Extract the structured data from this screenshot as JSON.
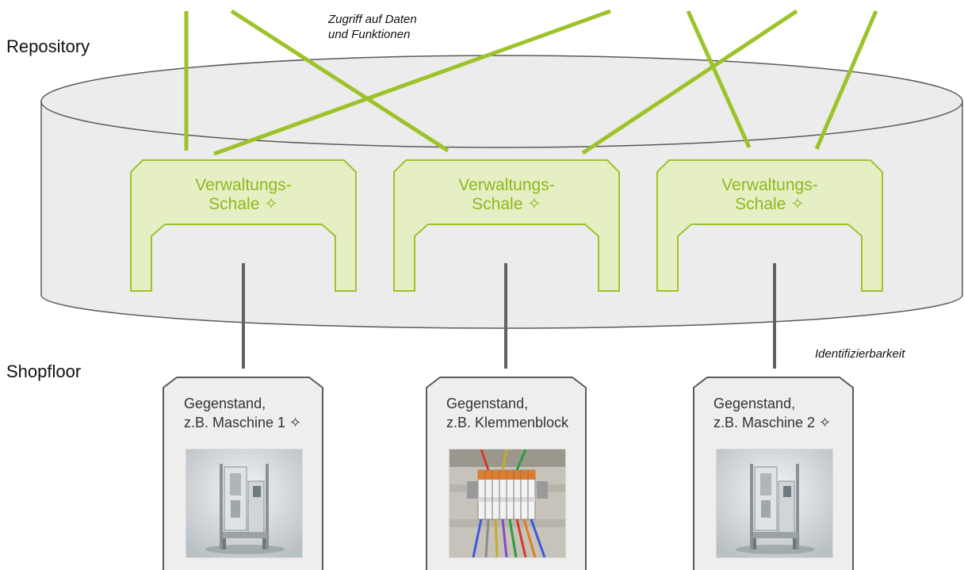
{
  "layers": {
    "repository": "Repository",
    "shopfloor": "Shopfloor"
  },
  "annotations": {
    "access": [
      "Zugriff auf Daten",
      "und Funktionen"
    ],
    "identifiability": "Identifizierbarkeit"
  },
  "shells": [
    {
      "line1": "Verwaltungs-",
      "line2": "Schale ✧"
    },
    {
      "line1": "Verwaltungs-",
      "line2": "Schale ✧"
    },
    {
      "line1": "Verwaltungs-",
      "line2": "Schale ✧"
    }
  ],
  "assets": [
    {
      "line1": "Gegenstand,",
      "line2": "z.B. Maschine 1 ✧",
      "image": "packaging-machine"
    },
    {
      "line1": "Gegenstand,",
      "line2": "z.B. Klemmenblock",
      "image": "terminal-block"
    },
    {
      "line1": "Gegenstand,",
      "line2": "z.B. Maschine 2 ✧",
      "image": "packaging-machine"
    }
  ],
  "colors": {
    "shell_fill": "#e6efc4",
    "shell_stroke": "#9dc32a",
    "connection": "#9dc32a",
    "link": "#616161",
    "repository_fill": "#ececec",
    "repository_stroke": "#5a5a5a"
  }
}
